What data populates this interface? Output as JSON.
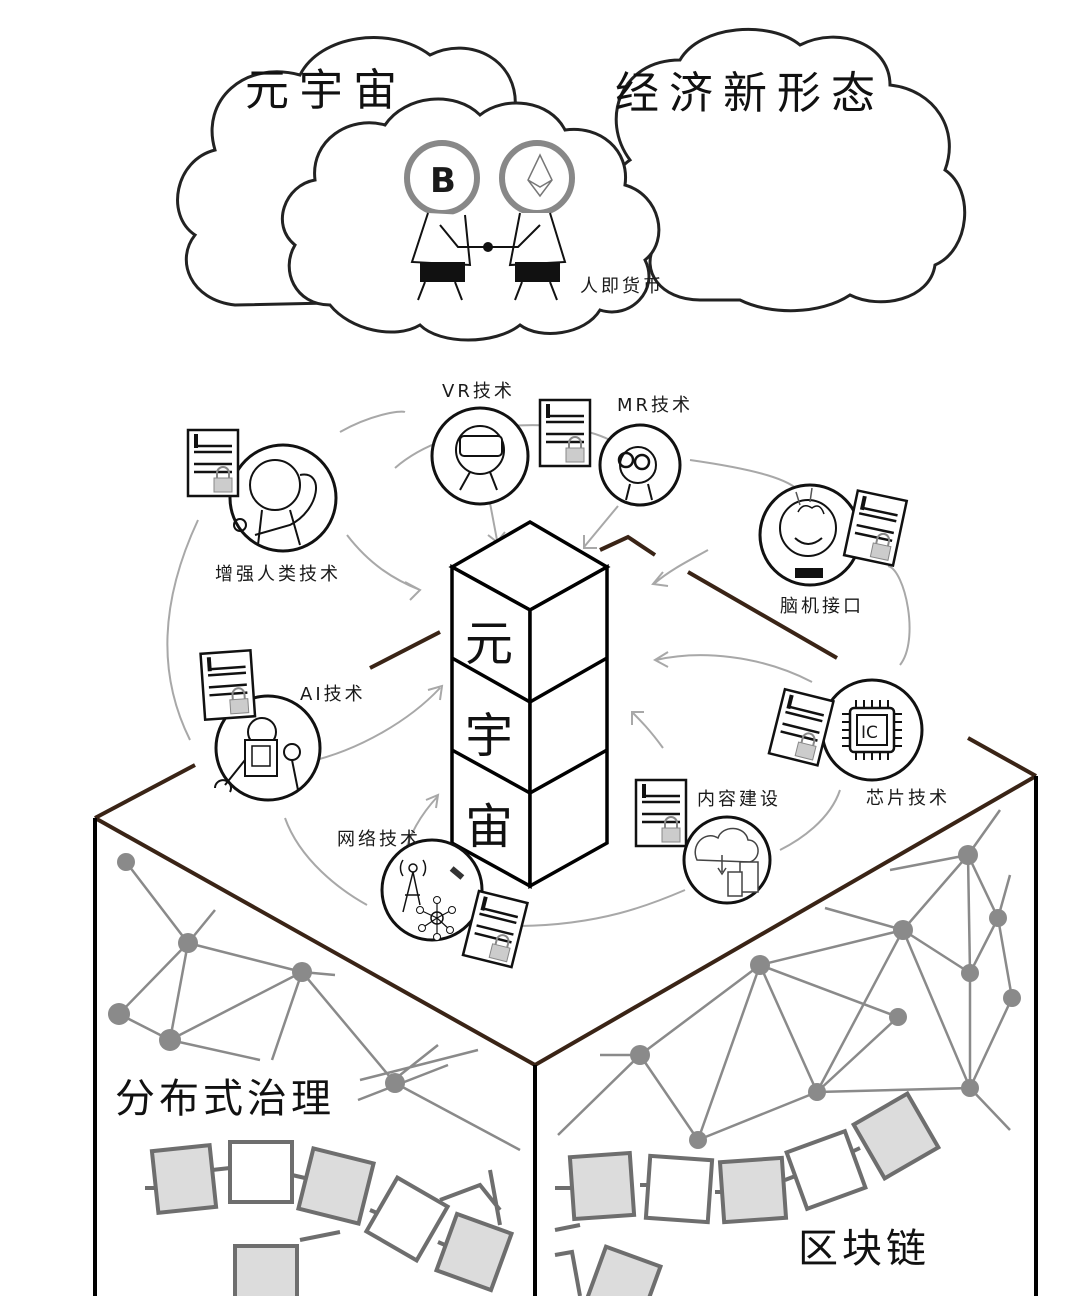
{
  "clouds": {
    "left_title": "元宇宙",
    "right_title": "经济新形态",
    "caption": "人即货币",
    "coins": [
      {
        "name": "bitcoin",
        "glyph": "B"
      },
      {
        "name": "ethereum",
        "glyph": "◊"
      }
    ]
  },
  "center_tower": {
    "chars": [
      "元",
      "宇",
      "宙"
    ]
  },
  "technologies": [
    {
      "id": "vr",
      "label": "VR技术",
      "icon": "vr-headset-icon"
    },
    {
      "id": "mr",
      "label": "MR技术",
      "icon": "mr-glasses-icon"
    },
    {
      "id": "augmented",
      "label": "增强人类技术",
      "icon": "cyborg-arm-icon"
    },
    {
      "id": "bci",
      "label": "脑机接口",
      "icon": "brain-interface-icon"
    },
    {
      "id": "ai",
      "label": "AI技术",
      "icon": "robot-icon"
    },
    {
      "id": "chip",
      "label": "芯片技术",
      "icon": "ic-chip-icon",
      "chip_text": "IC"
    },
    {
      "id": "content",
      "label": "内容建设",
      "icon": "cloud-city-icon"
    },
    {
      "id": "network",
      "label": "网络技术",
      "icon": "antenna-network-icon"
    }
  ],
  "platform": {
    "left_face_label": "分布式治理",
    "right_face_label": "区块链"
  },
  "colors": {
    "platform_edge": "#3a2416",
    "network_gray": "#8a8a8a",
    "block_fill": "#dcdcdc",
    "arrow_gray": "#a8a8a8"
  }
}
